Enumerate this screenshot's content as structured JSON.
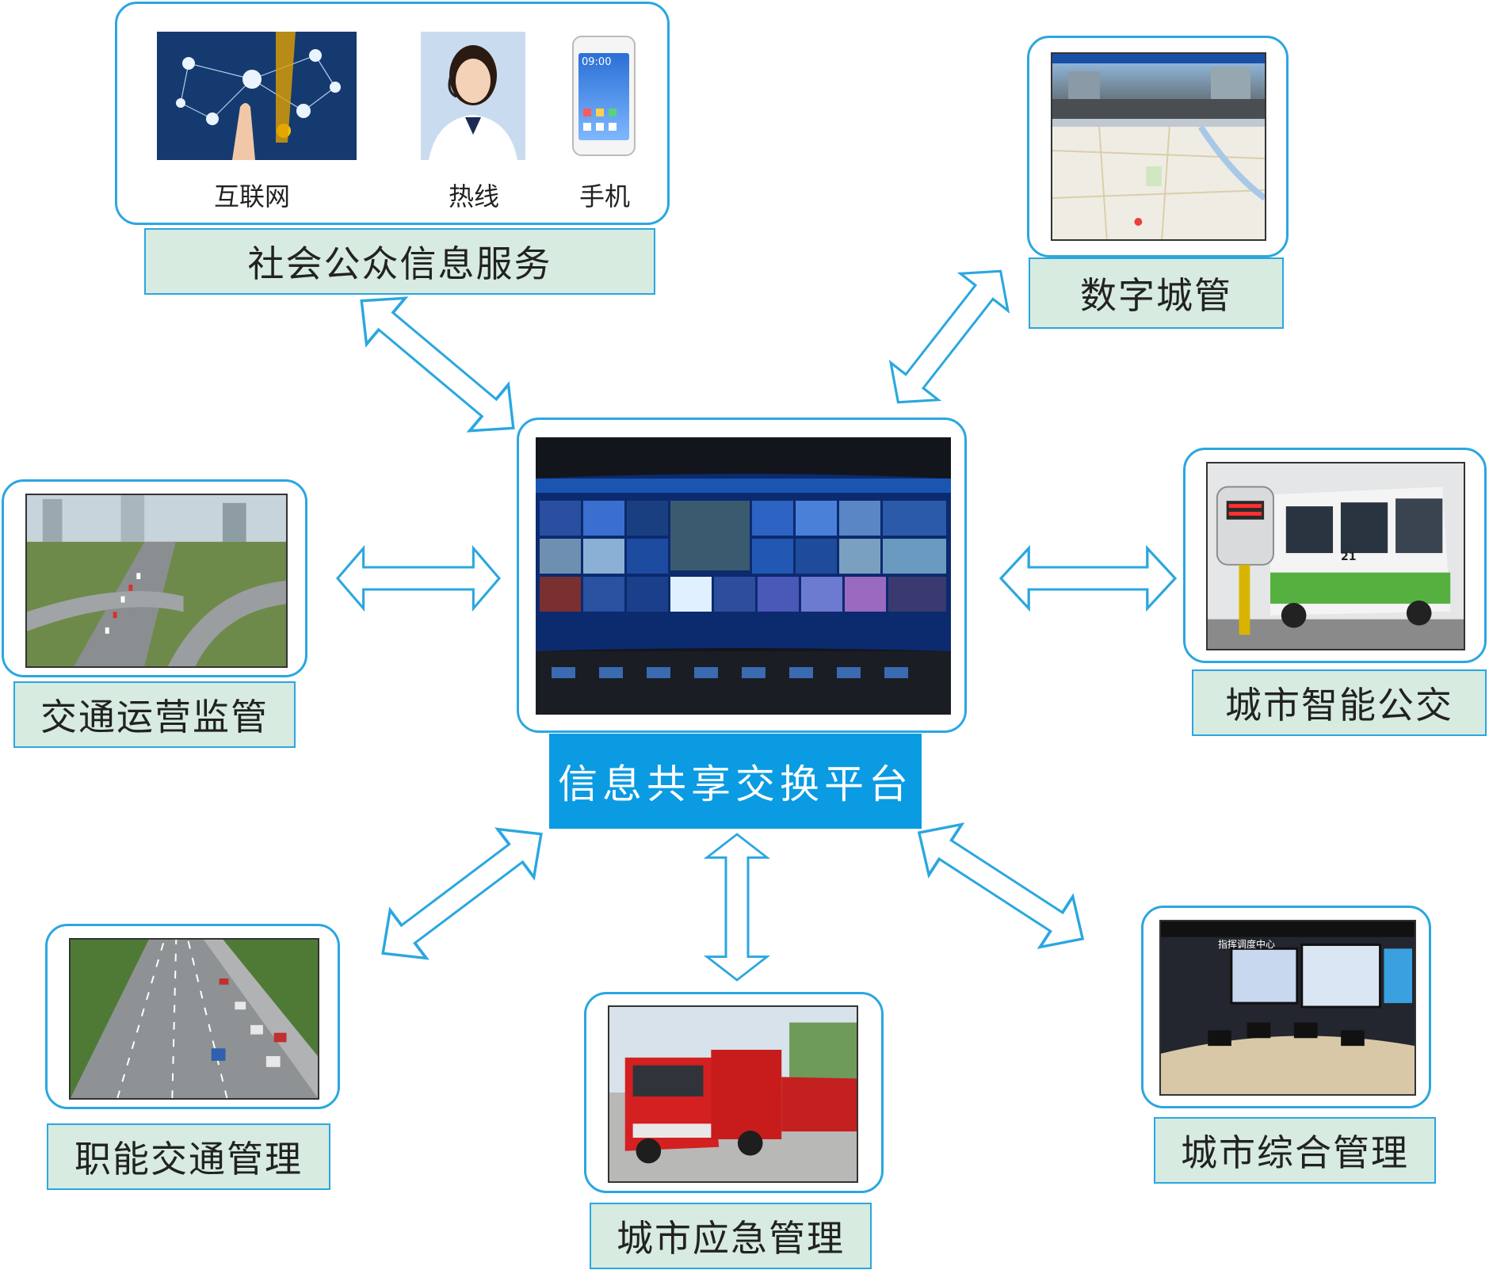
{
  "center": {
    "label": "信息共享交换平台"
  },
  "public_service": {
    "label": "社会公众信息服务",
    "channels": [
      "互联网",
      "热线",
      "手机"
    ]
  },
  "nodes": {
    "digital_city": "数字城管",
    "traffic_ops": "交通运营监管",
    "smart_bus": "城市智能公交",
    "functional_traffic": "职能交通管理",
    "emergency": "城市应急管理",
    "integrated": "城市综合管理"
  },
  "photo_text": {
    "phone_time": "09:00",
    "bus_number": "21",
    "control_room_sign": "指挥调度中心"
  },
  "colors": {
    "accent": "#2aa7e0",
    "label_fill": "#d7ebe0",
    "center_fill": "#0a9be3"
  }
}
